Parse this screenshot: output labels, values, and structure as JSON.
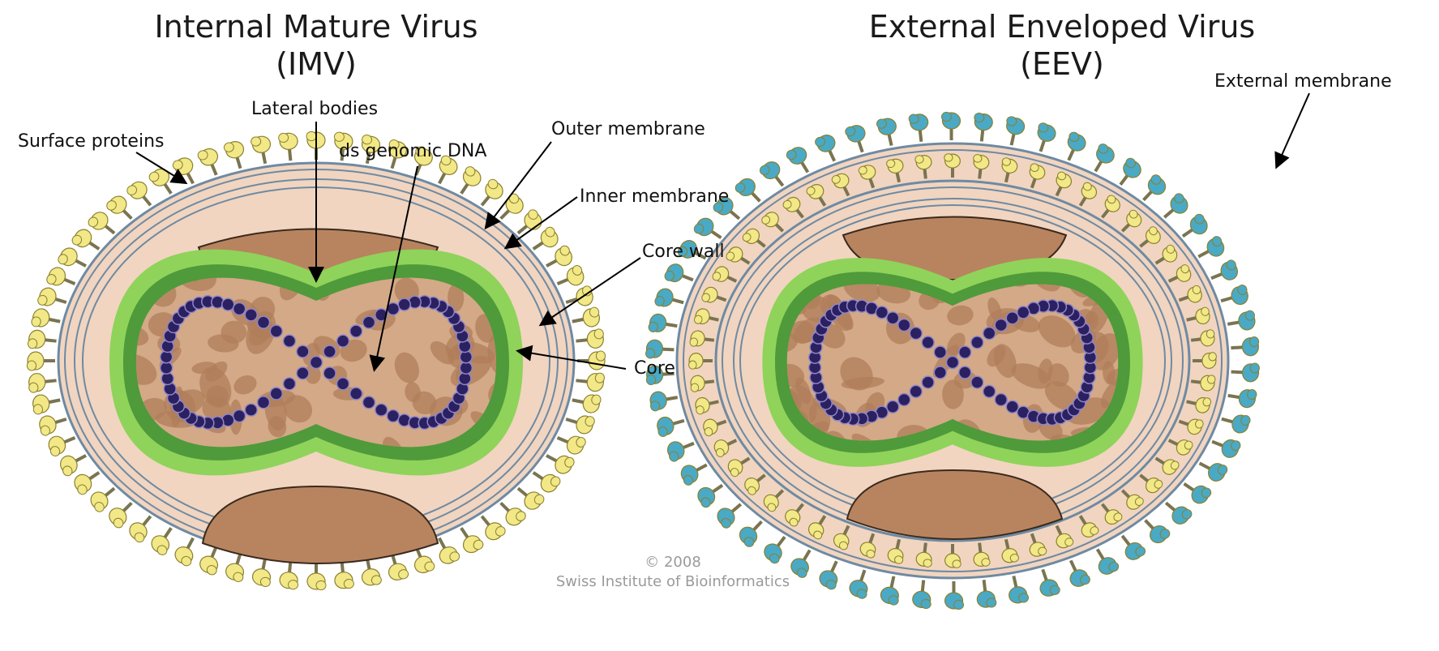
{
  "titles": {
    "imv_line1": "Internal Mature Virus",
    "imv_line2": "(IMV)",
    "eev_line1": "External Enveloped Virus",
    "eev_line2": "(EEV)"
  },
  "labels": {
    "surface_proteins": "Surface proteins",
    "lateral_bodies": "Lateral bodies",
    "ds_genomic_dna": "ds genomic DNA",
    "outer_membrane": "Outer membrane",
    "inner_membrane": "Inner membrane",
    "core_wall": "Core wall",
    "core": "Core",
    "external_membrane": "External membrane"
  },
  "copyright": {
    "line1": "© 2008",
    "line2": "Swiss Institute of Bioinformatics"
  },
  "colors": {
    "envelope_fill": "#f1d5c0",
    "membrane_line": "#6e8aa3",
    "lateral_body": "#b8845f",
    "core_wall_light": "#8fd35a",
    "core_wall_dark": "#4f9a3a",
    "core_fill": "#d3a987",
    "core_blotch": "#b07d5a",
    "dna": "#2b2060",
    "surface_protein": "#f2e887",
    "external_protein": "#4aa9c4"
  }
}
